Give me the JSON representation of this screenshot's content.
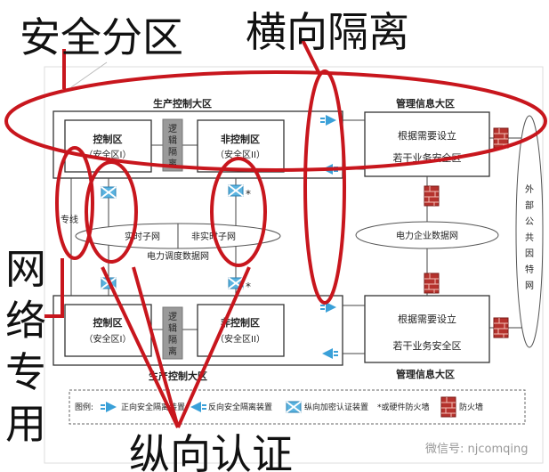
{
  "annotations": {
    "security_zoning": "安全分区",
    "horizontal_isolation": "横向隔离",
    "network_dedicated": [
      "网",
      "络",
      "专",
      "用"
    ],
    "vertical_authentication": "纵向认证"
  },
  "production_zone_top": {
    "title": "生产控制大区",
    "control_zone": {
      "name": "控制区",
      "sub": "（安全区I）"
    },
    "logic_isolation": [
      "逻",
      "辑",
      "隔",
      "离"
    ],
    "non_control_zone": {
      "name": "非控制区",
      "sub": "（安全区II）"
    }
  },
  "production_zone_bottom": {
    "title": "生产控制大区",
    "control_zone": {
      "name": "控制区",
      "sub": "（安全区I）"
    },
    "logic_isolation": [
      "逻",
      "辑",
      "隔",
      "离"
    ],
    "non_control_zone": {
      "name": "非控制区",
      "sub": "（安全区II）"
    }
  },
  "management_zone_top": {
    "title": "管理信息大区",
    "line1": "根据需要设立",
    "line2": "若干业务安全区"
  },
  "management_zone_bottom": {
    "title": "管理信息大区",
    "line1": "根据需要设立",
    "line2": "若干业务安全区"
  },
  "dedicated_line": "专线",
  "dispatch_network": {
    "realtime": "实时子网",
    "non_realtime": "非实时子网",
    "name": "电力调度数据网"
  },
  "enterprise_network": "电力企业数据网",
  "internet": [
    "外",
    "部",
    "公",
    "共",
    "因",
    "特",
    "网"
  ],
  "star_mark": "*",
  "legend": {
    "title": "图例:",
    "forward": "正向安全隔离装置",
    "reverse": "反向安全隔离装置",
    "encrypt": "纵向加密认证装置",
    "hw_firewall": "*或硬件防火墙",
    "firewall": "防火墙"
  },
  "watermark": "微信号: njcomqing",
  "colors": {
    "annotation_red": "#c8161d",
    "device_blue": "#3aa0d8",
    "firewall_red": "#b5322d",
    "isolation_gray": "#9a9a9a"
  }
}
